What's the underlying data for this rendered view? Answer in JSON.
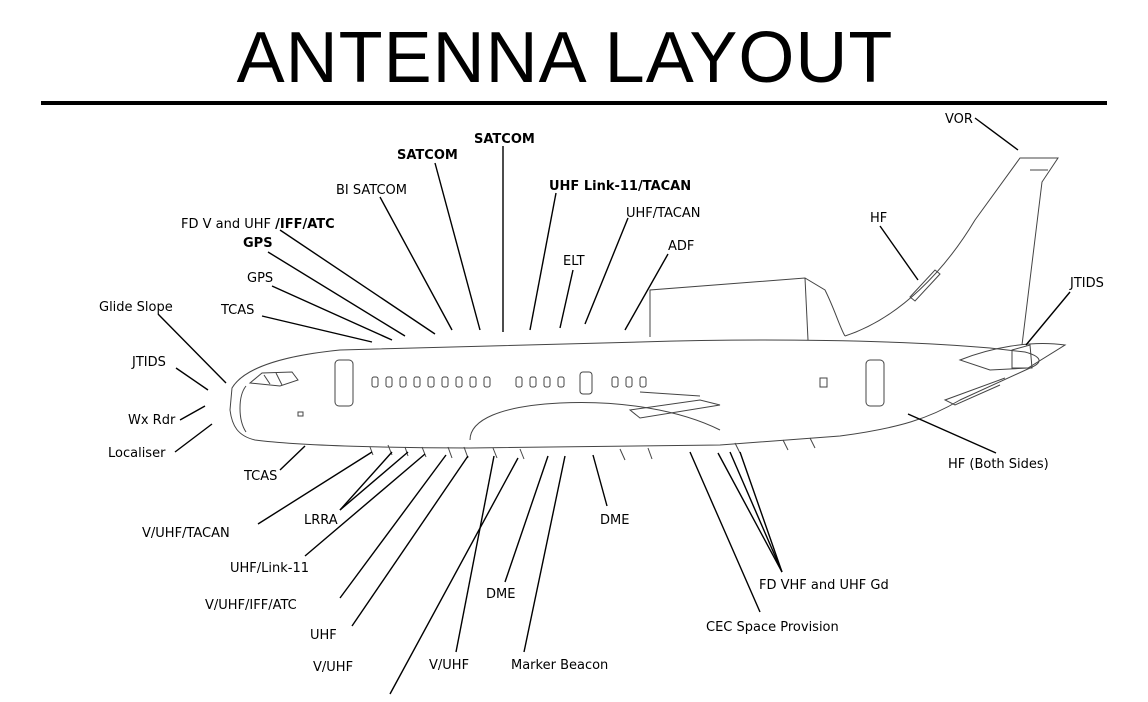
{
  "title": "ANTENNA LAYOUT",
  "labels": {
    "vor": "VOR",
    "satcom_top": "SATCOM",
    "satcom": "SATCOM",
    "uhf_link11_tacan": "UHF Link-11/TACAN",
    "bi_satcom": "BI SATCOM",
    "uhf_tacan_top": "UHF/TACAN",
    "fd_v_uhf_prefix": "FD V and UHF ",
    "fd_v_uhf_suffix": "/IFF/ATC",
    "gps_bold": "GPS",
    "adf": "ADF",
    "elt": "ELT",
    "hf_tail": "HF",
    "gps": "GPS",
    "jtids_tail": "JTIDS",
    "glide_slope": "Glide Slope",
    "tcas_top": "TCAS",
    "jtids_nose": "JTIDS",
    "wx_rdr": "Wx Rdr",
    "localiser": "Localiser",
    "hf_both_sides": "HF (Both Sides)",
    "tcas_bottom": "TCAS",
    "v_uhf_tacan": "V/UHF/TACAN",
    "lrra": "LRRA",
    "dme_right": "DME",
    "uhf_link11": "UHF/Link-11",
    "fd_vhf_uhf_gd": "FD VHF and UHF Gd",
    "v_uhf_iff_atc": "V/UHF/IFF/ATC",
    "dme_bottom": "DME",
    "cec_space": "CEC Space Provision",
    "uhf": "UHF",
    "v_uhf_left": "V/UHF",
    "v_uhf_mid": "V/UHF",
    "marker_beacon": "Marker Beacon"
  }
}
